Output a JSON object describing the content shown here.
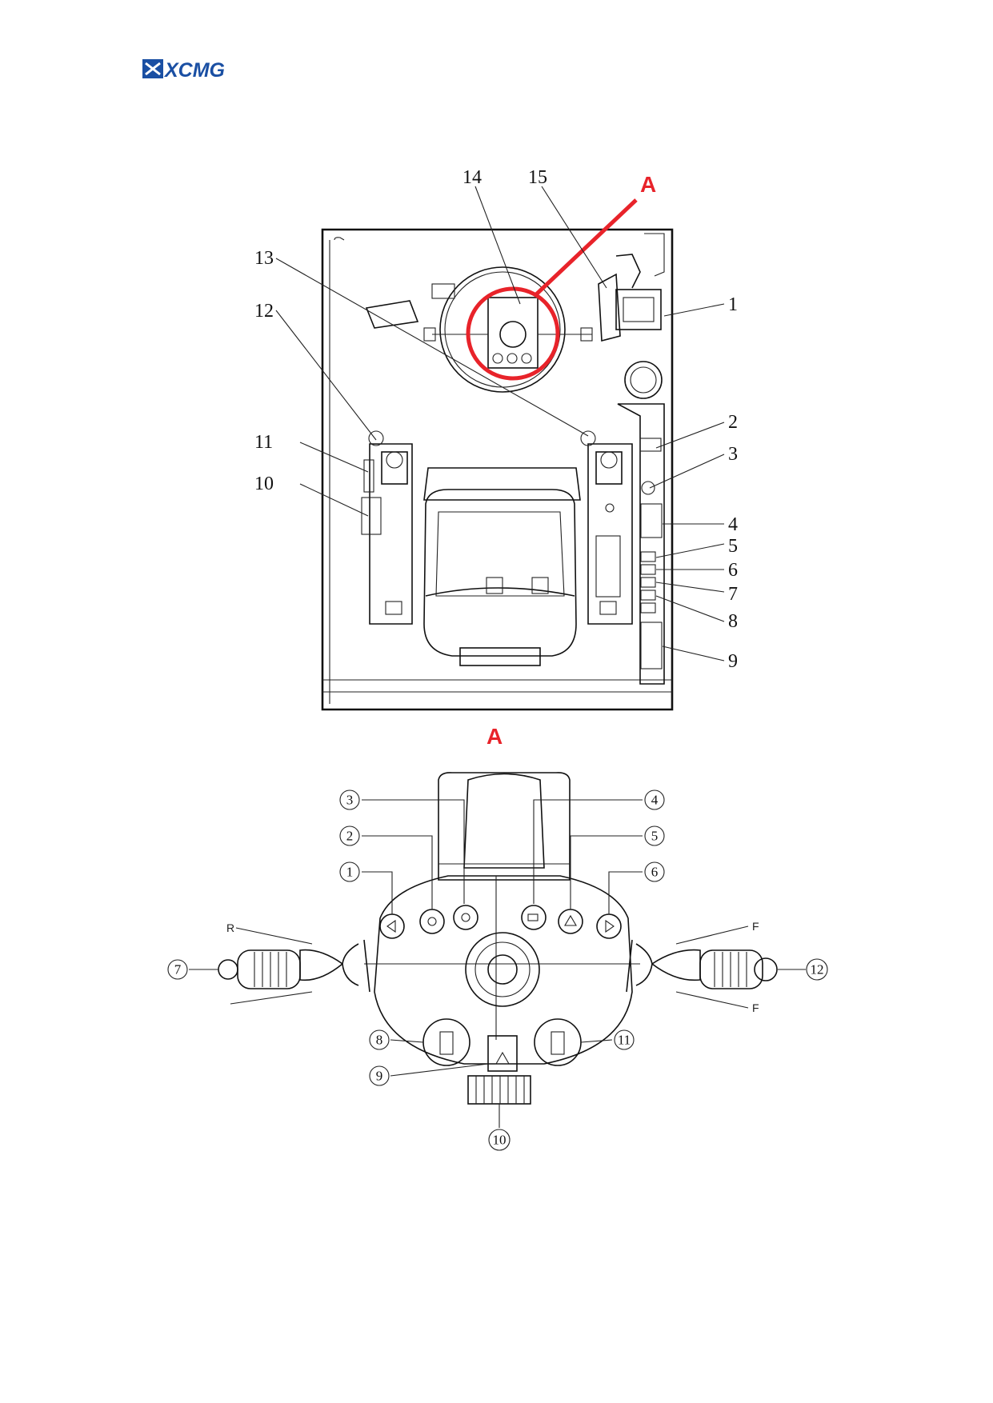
{
  "header": {
    "brand": "XCMG"
  },
  "top_view": {
    "callouts": [
      "1",
      "2",
      "3",
      "4",
      "5",
      "6",
      "7",
      "8",
      "9",
      "10",
      "11",
      "12",
      "13",
      "14",
      "15"
    ],
    "detail_marker": "A"
  },
  "detail_view": {
    "title": "A",
    "callouts": [
      "1",
      "2",
      "3",
      "4",
      "5",
      "6",
      "7",
      "8",
      "9",
      "10",
      "11",
      "12"
    ],
    "direction_marks": [
      "R",
      "F",
      "F"
    ]
  },
  "colors": {
    "brand_blue": "#1a4fa3",
    "highlight_red": "#e8232a",
    "line": "#111111"
  }
}
